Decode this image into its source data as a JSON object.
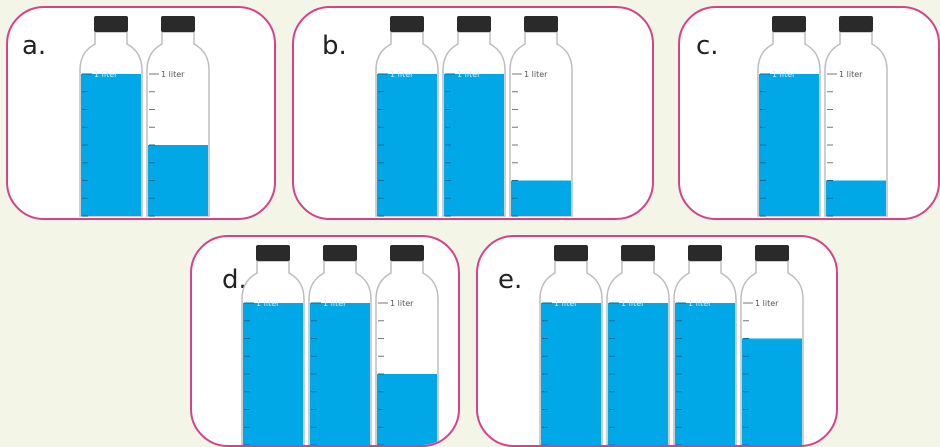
{
  "colors": {
    "water": "#00a8e8",
    "border": "#d6428a",
    "cap": "#2a2a2a",
    "bottle_outline": "#bdbdbd",
    "background": "#f3f5e6"
  },
  "bottle_label": "1 liter",
  "panels": [
    {
      "label": "a.",
      "fills": [
        1.0,
        0.5
      ]
    },
    {
      "label": "b.",
      "fills": [
        1.0,
        1.0,
        0.25
      ]
    },
    {
      "label": "c.",
      "fills": [
        1.0,
        0.25
      ]
    },
    {
      "label": "d.",
      "fills": [
        1.0,
        1.0,
        0.5
      ]
    },
    {
      "label": "e.",
      "fills": [
        1.0,
        1.0,
        1.0,
        0.75
      ]
    }
  ]
}
